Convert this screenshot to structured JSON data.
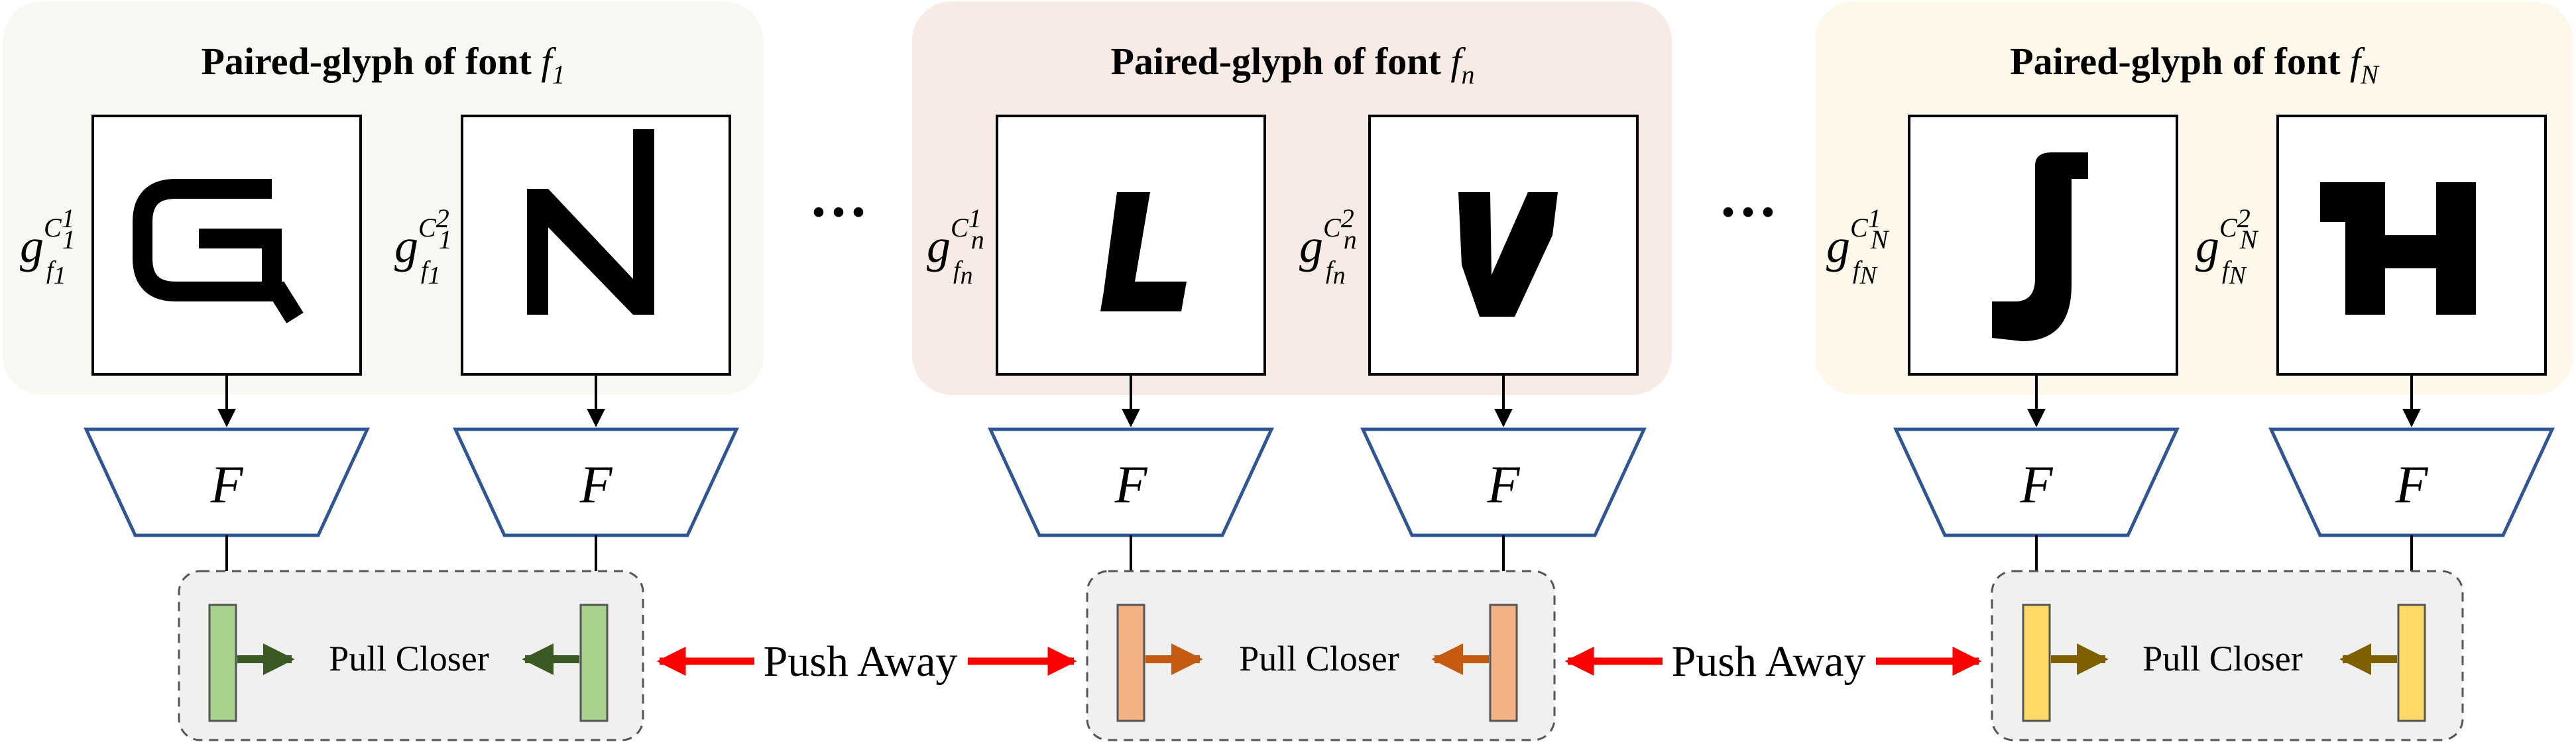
{
  "groups": [
    {
      "title": "Paired-glyph of font ",
      "font_symbol": "f",
      "font_sub": "1",
      "bg_color": "#f6f8f1",
      "glyphs": [
        {
          "char": "G",
          "label": "g",
          "label_sup": "C",
          "label_sup_sub": "1",
          "label_sup_num": "1",
          "label_sub": "f",
          "label_sub_num": "1"
        },
        {
          "char": "N",
          "label": "g",
          "label_sup": "C",
          "label_sup_sub": "1",
          "label_sup_num": "2",
          "label_sub": "f",
          "label_sub_num": "1"
        }
      ],
      "feature_color": "#a9d18e",
      "arrow_color": "#3b5a23"
    },
    {
      "title": "Paired-glyph of font ",
      "font_symbol": "f",
      "font_sub": "n",
      "bg_color": "#f8ebe6",
      "glyphs": [
        {
          "char": "L",
          "label": "g",
          "label_sup": "C",
          "label_sup_sub": "n",
          "label_sup_num": "1",
          "label_sub": "f",
          "label_sub_num": "n"
        },
        {
          "char": "V",
          "label": "g",
          "label_sup": "C",
          "label_sup_sub": "n",
          "label_sup_num": "2",
          "label_sub": "f",
          "label_sub_num": "n"
        }
      ],
      "feature_color": "#f4b183",
      "arrow_color": "#c55a11"
    },
    {
      "title": "Paired-glyph of font ",
      "font_symbol": "f",
      "font_sub": "N",
      "bg_color": "#fdf8e9",
      "glyphs": [
        {
          "char": "J",
          "label": "g",
          "label_sup": "C",
          "label_sup_sub": "N",
          "label_sup_num": "1",
          "label_sub": "f",
          "label_sub_num": "N"
        },
        {
          "char": "H",
          "label": "g",
          "label_sup": "C",
          "label_sup_sub": "N",
          "label_sup_num": "2",
          "label_sub": "f",
          "label_sub_num": "N"
        }
      ],
      "feature_color": "#ffd966",
      "arrow_color": "#7f6000"
    }
  ],
  "encoder_label": "F",
  "pull_label": "Pull Closer",
  "push_label": "Push Away",
  "ellipsis": "···",
  "colors": {
    "encoder_stroke": "#2f5597",
    "push_arrow": "#ff0000",
    "feature_box_bg": "#f0f0f0",
    "feature_box_border": "#555555"
  }
}
